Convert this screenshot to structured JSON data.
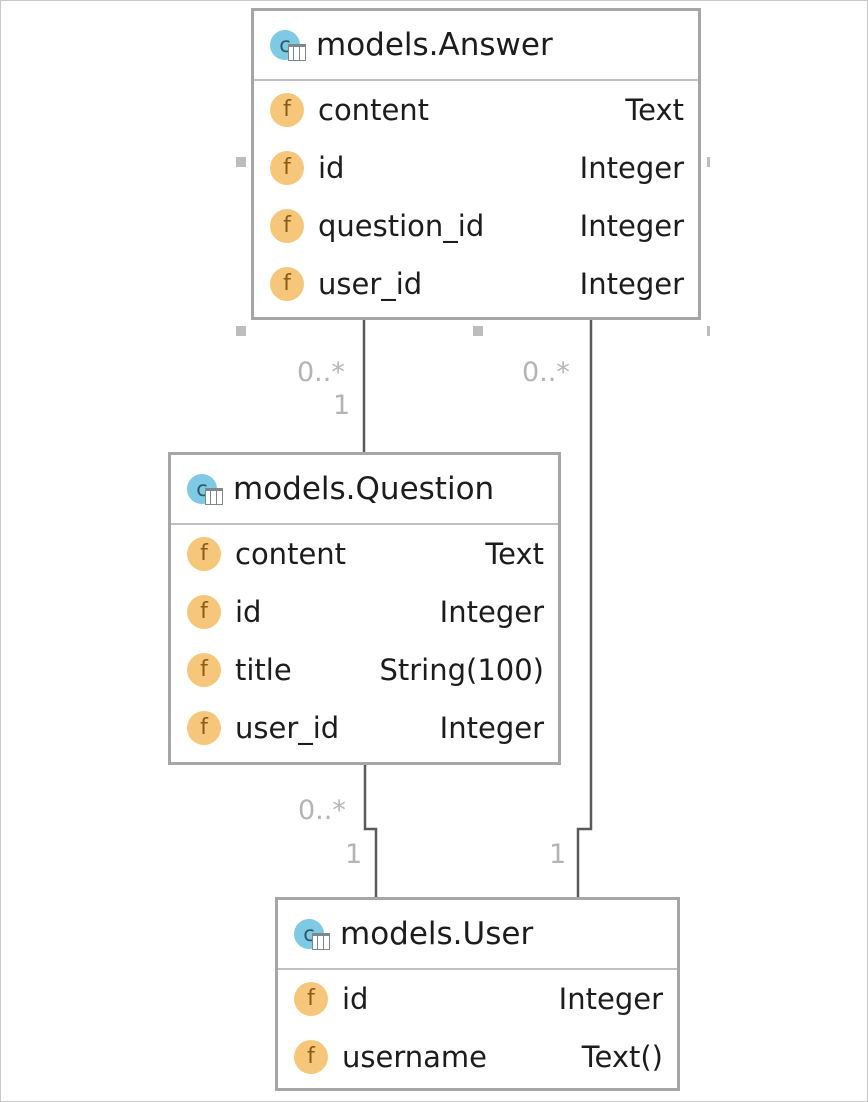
{
  "icons": {
    "entity_icon": "class-table-icon",
    "field_icon": "field-icon"
  },
  "colors": {
    "border": "#a6a6a6",
    "connector": "#5a5a5a",
    "multiplicity": "#b4b4b4",
    "class_icon": "#7ec9e3",
    "field_icon": "#f6c77a"
  },
  "entities": {
    "answer": {
      "title": "models.Answer",
      "fields": [
        {
          "icon_letter": "f",
          "name": "content",
          "type": "Text"
        },
        {
          "icon_letter": "f",
          "name": "id",
          "type": "Integer"
        },
        {
          "icon_letter": "f",
          "name": "question_id",
          "type": "Integer"
        },
        {
          "icon_letter": "f",
          "name": "user_id",
          "type": "Integer"
        }
      ]
    },
    "question": {
      "title": "models.Question",
      "fields": [
        {
          "icon_letter": "f",
          "name": "content",
          "type": "Text"
        },
        {
          "icon_letter": "f",
          "name": "id",
          "type": "Integer"
        },
        {
          "icon_letter": "f",
          "name": "title",
          "type": "String(100)"
        },
        {
          "icon_letter": "f",
          "name": "user_id",
          "type": "Integer"
        }
      ]
    },
    "user": {
      "title": "models.User",
      "fields": [
        {
          "icon_letter": "f",
          "name": "id",
          "type": "Integer"
        },
        {
          "icon_letter": "f",
          "name": "username",
          "type": "Text()"
        }
      ]
    }
  },
  "relations": [
    {
      "from": "models.Answer",
      "to": "models.Question",
      "from_multiplicity": "0..*",
      "to_multiplicity": "1"
    },
    {
      "from": "models.Answer",
      "to": "models.User",
      "from_multiplicity": "0..*",
      "to_multiplicity": "1"
    },
    {
      "from": "models.Question",
      "to": "models.User",
      "from_multiplicity": "0..*",
      "to_multiplicity": "1"
    }
  ]
}
